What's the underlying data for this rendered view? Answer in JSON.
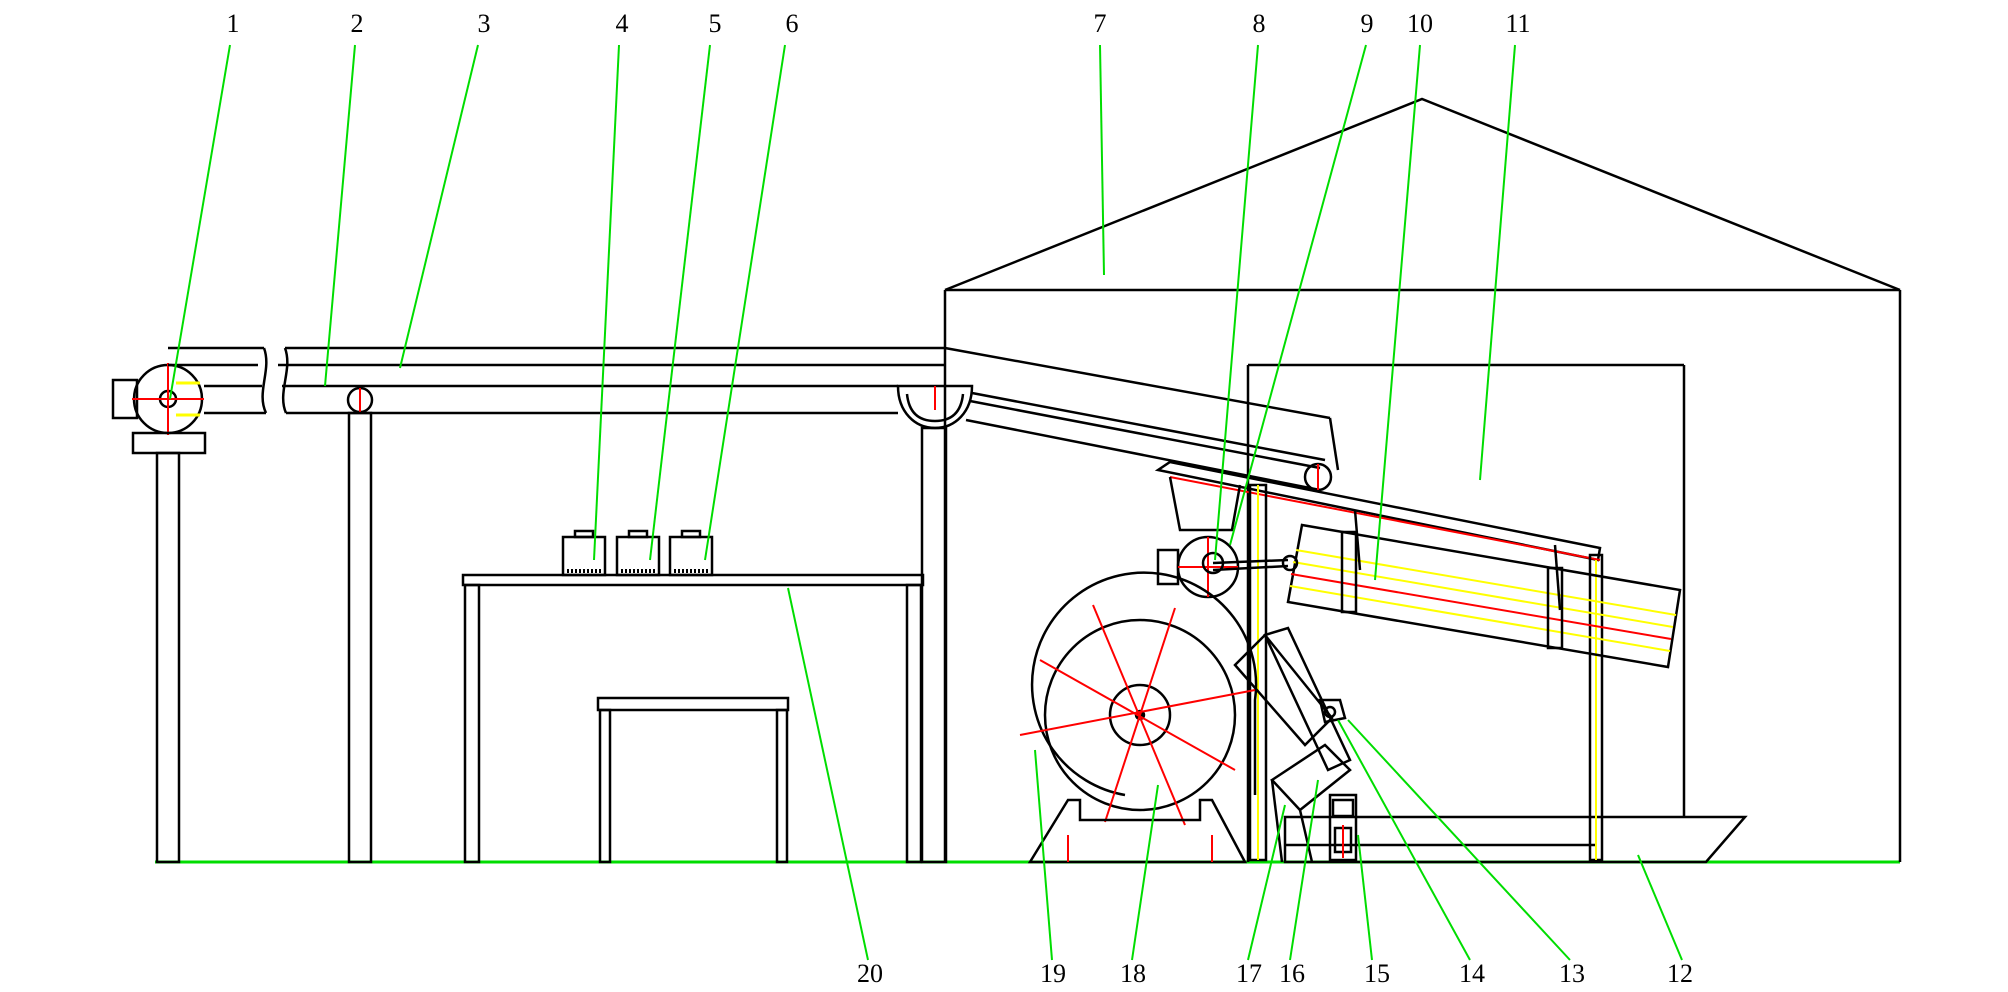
{
  "diagram": {
    "callouts": [
      {
        "id": "1",
        "label": "1"
      },
      {
        "id": "2",
        "label": "2"
      },
      {
        "id": "3",
        "label": "3"
      },
      {
        "id": "4",
        "label": "4"
      },
      {
        "id": "5",
        "label": "5"
      },
      {
        "id": "6",
        "label": "6"
      },
      {
        "id": "7",
        "label": "7"
      },
      {
        "id": "8",
        "label": "8"
      },
      {
        "id": "9",
        "label": "9"
      },
      {
        "id": "10",
        "label": "10"
      },
      {
        "id": "11",
        "label": "11"
      },
      {
        "id": "12",
        "label": "12"
      },
      {
        "id": "13",
        "label": "13"
      },
      {
        "id": "14",
        "label": "14"
      },
      {
        "id": "15",
        "label": "15"
      },
      {
        "id": "16",
        "label": "16"
      },
      {
        "id": "17",
        "label": "17"
      },
      {
        "id": "18",
        "label": "18"
      },
      {
        "id": "19",
        "label": "19"
      },
      {
        "id": "20",
        "label": "20"
      }
    ],
    "colors": {
      "outline": "#000000",
      "leader": "#00dd00",
      "centerline": "#ff0000",
      "highlight": "#ffff00",
      "ground": "#00dd00",
      "background": "#ffffff"
    }
  }
}
